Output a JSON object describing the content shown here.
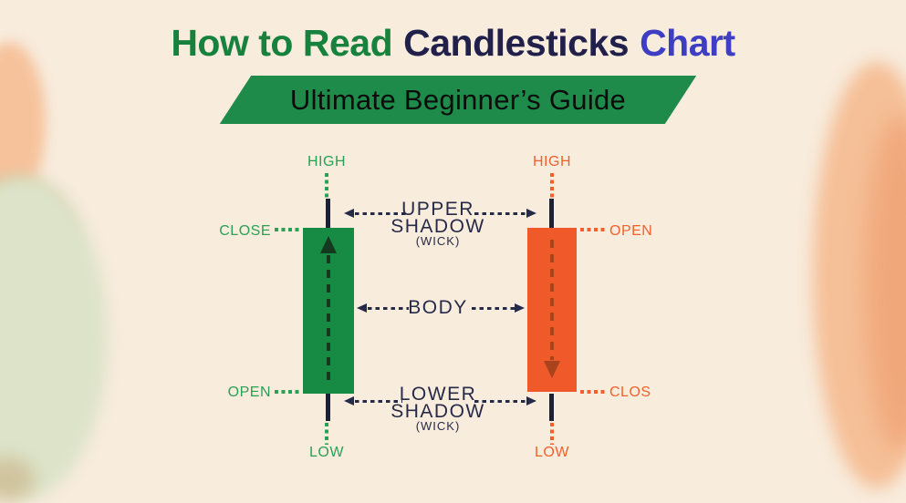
{
  "title": {
    "green": "How to Read",
    "navy": "Candlesticks",
    "blue": "Chart"
  },
  "banner": "Ultimate Beginner’s Guide",
  "candles": {
    "bullish": {
      "high": "HIGH",
      "close": "CLOSE",
      "open": "OPEN",
      "low": "LOW",
      "direction": "up"
    },
    "bearish": {
      "high": "HIGH",
      "open": "OPEN",
      "close": "CLOS",
      "low": "LOW",
      "direction": "down"
    }
  },
  "annotations": {
    "upper_shadow_line1": "UPPER",
    "upper_shadow_line2": "SHADOW",
    "upper_shadow_sub": "(WICK)",
    "body": "BODY",
    "lower_shadow_line1": "LOWER",
    "lower_shadow_line2": "SHADOW",
    "lower_shadow_sub": "(WICK)"
  },
  "colors": {
    "background": "#f8ecdd",
    "title_green": "#17813e",
    "title_navy": "#20204a",
    "title_blue": "#3e3ec5",
    "banner_green": "#1f8b4b",
    "bullish_body": "#178a43",
    "bearish_body": "#f0592a",
    "bullish_label": "#2aa055",
    "bearish_label": "#f2612c",
    "annotation_ink": "#262a49",
    "wick_ink": "#1d2134"
  }
}
